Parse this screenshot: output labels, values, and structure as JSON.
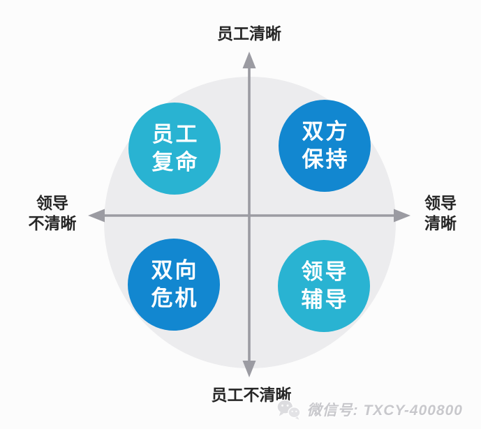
{
  "diagram": {
    "axis_labels": {
      "top": "员工清晰",
      "bottom": "员工不清晰",
      "left_line1": "领导",
      "left_line2": "不清晰",
      "right_line1": "领导",
      "right_line2": "清晰"
    },
    "quadrants": {
      "top_left": {
        "line1": "员工",
        "line2": "复命",
        "color": "#29b3d2"
      },
      "top_right": {
        "line1": "双方",
        "line2": "保持",
        "color": "#1287d0"
      },
      "bottom_left": {
        "line1": "双向",
        "line2": "危机",
        "color": "#1287d0"
      },
      "bottom_right": {
        "line1": "领导",
        "line2": "辅导",
        "color": "#29b3d2"
      }
    },
    "colors": {
      "background": "#fcfcfc",
      "background_circle": "#ececee",
      "axis": "#9b9ba2",
      "axis_label_text": "#262626",
      "bubble_text": "#ffffff"
    }
  },
  "watermark": {
    "icon": "wechat-icon",
    "text": "微信号: TXCY-400800",
    "color": "#c8c8cc"
  }
}
